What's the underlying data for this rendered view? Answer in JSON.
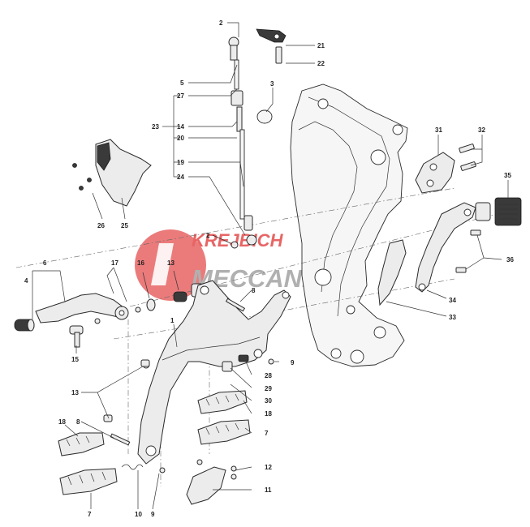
{
  "watermark": {
    "line1": "KREJBICH",
    "line2": "MECCANICA",
    "color_red": "#e23a3a",
    "color_gray": "#9a9a9a"
  },
  "callouts": [
    {
      "id": "c2a",
      "text": "2"
    },
    {
      "id": "c21",
      "text": "21"
    },
    {
      "id": "c22",
      "text": "22"
    },
    {
      "id": "c5",
      "text": "5"
    },
    {
      "id": "c3",
      "text": "3"
    },
    {
      "id": "c27",
      "text": "27"
    },
    {
      "id": "c23",
      "text": "23"
    },
    {
      "id": "c14",
      "text": "14"
    },
    {
      "id": "c20",
      "text": "20"
    },
    {
      "id": "c19",
      "text": "19"
    },
    {
      "id": "c24",
      "text": "24"
    },
    {
      "id": "c26",
      "text": "26"
    },
    {
      "id": "c25",
      "text": "25"
    },
    {
      "id": "c2b",
      "text": "2"
    },
    {
      "id": "c31",
      "text": "31"
    },
    {
      "id": "c32",
      "text": "32"
    },
    {
      "id": "c35",
      "text": "35"
    },
    {
      "id": "c36",
      "text": "36"
    },
    {
      "id": "c6",
      "text": "6"
    },
    {
      "id": "c4",
      "text": "4"
    },
    {
      "id": "c17",
      "text": "17"
    },
    {
      "id": "c16",
      "text": "16"
    },
    {
      "id": "c13a",
      "text": "13"
    },
    {
      "id": "c8a",
      "text": "8"
    },
    {
      "id": "c34",
      "text": "34"
    },
    {
      "id": "c33",
      "text": "33"
    },
    {
      "id": "c15",
      "text": "15"
    },
    {
      "id": "c1",
      "text": "1"
    },
    {
      "id": "c9a",
      "text": "9"
    },
    {
      "id": "c28",
      "text": "28"
    },
    {
      "id": "c29",
      "text": "29"
    },
    {
      "id": "c13b",
      "text": "13"
    },
    {
      "id": "c30",
      "text": "30"
    },
    {
      "id": "c18a",
      "text": "18"
    },
    {
      "id": "c8b",
      "text": "8"
    },
    {
      "id": "c18b",
      "text": "18"
    },
    {
      "id": "c7a",
      "text": "7"
    },
    {
      "id": "c12",
      "text": "12"
    },
    {
      "id": "c11",
      "text": "11"
    },
    {
      "id": "c7b",
      "text": "7"
    },
    {
      "id": "c10",
      "text": "10"
    },
    {
      "id": "c9b",
      "text": "9"
    }
  ]
}
